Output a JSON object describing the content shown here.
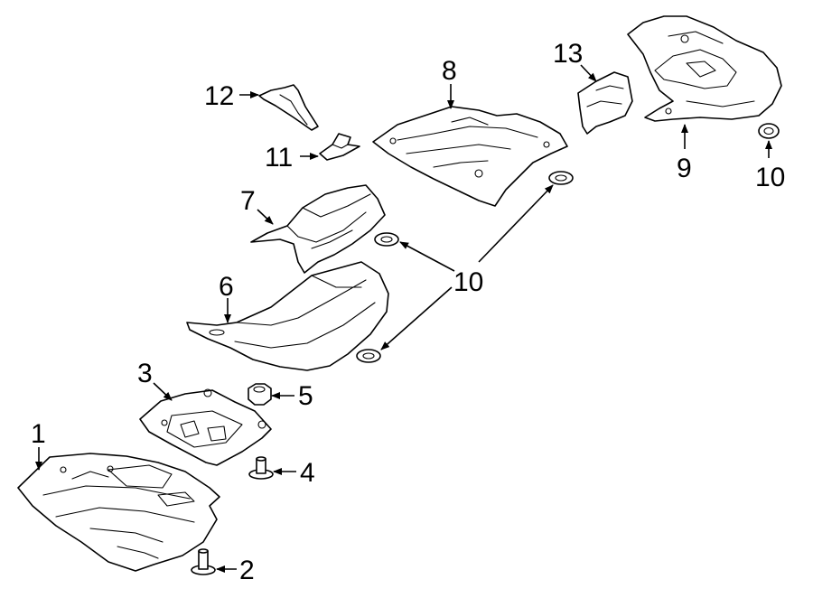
{
  "callouts": {
    "c1": "1",
    "c2": "2",
    "c3": "3",
    "c4": "4",
    "c5": "5",
    "c6": "6",
    "c7": "7",
    "c8": "8",
    "c9": "9",
    "c10_center": "10",
    "c10_right": "10",
    "c11": "11",
    "c12": "12",
    "c13": "13"
  },
  "colors": {
    "line": "#000000",
    "fill": "#ffffff",
    "background": "#ffffff"
  }
}
